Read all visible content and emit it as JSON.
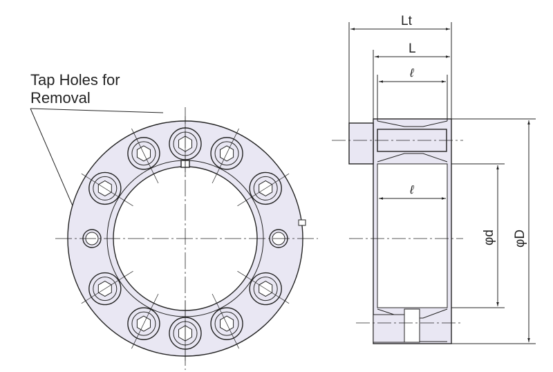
{
  "callout": {
    "line1": "Tap Holes for",
    "line2": "Removal"
  },
  "dimensions": {
    "Lt": "Lt",
    "L": "L",
    "l_top": "ℓ",
    "l_mid": "ℓ",
    "d": "φd",
    "D": "φD"
  },
  "colors": {
    "fill": "#e9e7f3",
    "stroke": "#222222"
  }
}
